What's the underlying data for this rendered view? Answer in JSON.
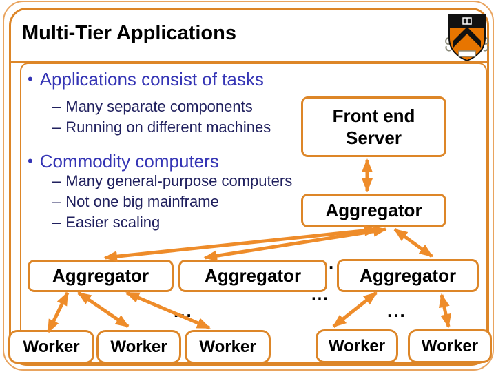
{
  "slide": {
    "title": "Multi-Tier Applications",
    "logo": "princeton-shield"
  },
  "markers": {
    "level1": "•",
    "level2": "–"
  },
  "bullets": [
    {
      "text": "Applications consist of tasks",
      "subs": [
        "Many separate components",
        "Running on different machines"
      ]
    },
    {
      "text": "Commodity computers",
      "subs": [
        "Many general-purpose computers",
        "Not one big mainframe",
        "Easier scaling"
      ]
    }
  ],
  "diagram": {
    "nodes": {
      "frontend": {
        "label_line1": "Front end",
        "label_line2": "Server"
      },
      "aggregator_top": {
        "label": "Aggregator"
      },
      "aggregator_left": {
        "label": "Aggregator"
      },
      "aggregator_mid": {
        "label": "Aggregator"
      },
      "aggregator_right": {
        "label": "Aggregator"
      },
      "worker_1": {
        "label": "Worker"
      },
      "worker_2": {
        "label": "Worker"
      },
      "worker_3": {
        "label": "Worker"
      },
      "worker_4": {
        "label": "Worker"
      },
      "worker_5": {
        "label": "Worker"
      }
    },
    "ellipses": {
      "between_mid_and_right_aggregator": ".",
      "below_aggregator_row": "...",
      "workers_left_group": "...",
      "workers_right_group": "..."
    },
    "edges": [
      {
        "from": "frontend",
        "to": "aggregator_top",
        "bidirectional": true
      },
      {
        "from": "aggregator_top",
        "to": "aggregator_left",
        "bidirectional": true
      },
      {
        "from": "aggregator_top",
        "to": "aggregator_mid",
        "bidirectional": true
      },
      {
        "from": "aggregator_top",
        "to": "aggregator_right",
        "bidirectional": true
      },
      {
        "from": "aggregator_left",
        "to": "worker_1",
        "bidirectional": true
      },
      {
        "from": "aggregator_left",
        "to": "worker_2",
        "bidirectional": true
      },
      {
        "from": "aggregator_left",
        "to": "worker_3",
        "bidirectional": true
      },
      {
        "from": "aggregator_right",
        "to": "worker_4",
        "bidirectional": true
      },
      {
        "from": "aggregator_right",
        "to": "worker_5",
        "bidirectional": true
      }
    ]
  },
  "colors": {
    "accent_orange": "#dd8628",
    "arrow_orange": "#ee8c2a",
    "outer_line_orange": "#e9a45f",
    "bullet_blue": "#3535b5",
    "sub_bullet_navy": "#20205e",
    "princeton_orange": "#e77500"
  }
}
